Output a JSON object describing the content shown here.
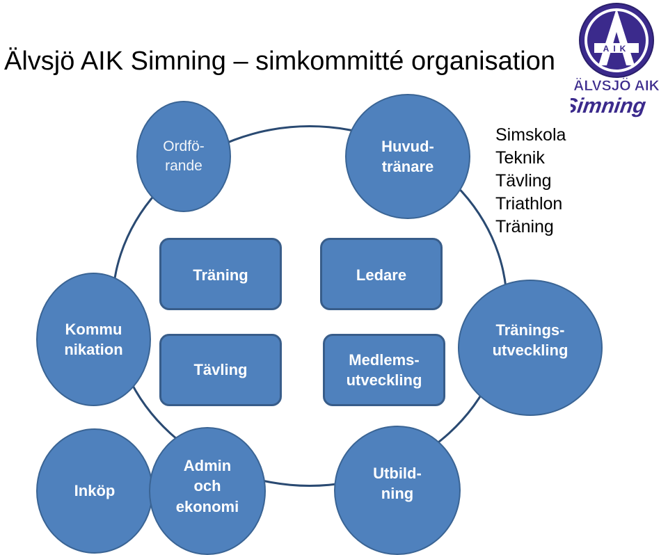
{
  "title": "Älvsjö AIK Simning – simkommitté organisation",
  "circles": {
    "ordforande": "Ordfö-\nrande",
    "huvudtranare": "Huvud-\ntränare",
    "kommunikation": "Kommu\nnikation",
    "traningsutveckling": "Tränings-\nutveckling",
    "inkop": "Inköp",
    "admin": "Admin\noch\nekonomi",
    "utbildning": "Utbild-\nning"
  },
  "boxes": {
    "traning": "Träning",
    "ledare": "Ledare",
    "tavling": "Tävling",
    "medlemsutveckling": "Medlems-\nutveckling"
  },
  "note_items": [
    "Simskola",
    "Teknik",
    "Tävling",
    "Triathlon",
    "Träning"
  ],
  "logo": {
    "letters": "AIK",
    "name": "ÄLVSJÖ AIK",
    "script": "Simning"
  },
  "colors": {
    "node_fill": "#4f81bd",
    "node_border": "#385d8a",
    "ring": "#2a4a72",
    "logo_purple": "#3b2a8c"
  }
}
